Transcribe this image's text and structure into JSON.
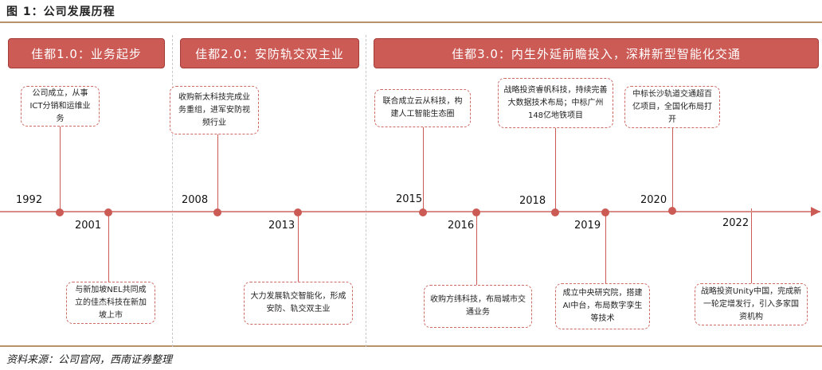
{
  "figure_title": "图 1：公司发展历程",
  "source": "资料来源：公司官网，西南证券整理",
  "phases": [
    "佳都1.0：业务起步",
    "佳都2.0：安防轨交双主业",
    "佳都3.0：内生外延前瞻投入，深耕新型智能化交通"
  ],
  "events": [
    {
      "year": "1992",
      "text": "公司成立，从事ICT分销和运维业务"
    },
    {
      "year": "2001",
      "text": "与新加坡NEL共同成立的佳杰科技在新加坡上市"
    },
    {
      "year": "2008",
      "text": "收购新太科技完成业务重组，进军安防视频行业"
    },
    {
      "year": "2013",
      "text": "大力发展轨交智能化，形成安防、轨交双主业"
    },
    {
      "year": "2015",
      "text": "联合成立云从科技，构建人工智能生态圈"
    },
    {
      "year": "2016",
      "text": "收购方纬科技，布局城市交通业务"
    },
    {
      "year": "2018",
      "text": "战略投资睿帆科技，持续完善大数据技术布局；中标广州148亿地铁项目"
    },
    {
      "year": "2019",
      "text": "成立中央研究院，搭建AI中台，布局数字孪生等技术"
    },
    {
      "year": "2020",
      "text": "中标长沙轨道交通超百亿项目，全国化布局打开"
    },
    {
      "year": "2022",
      "text": "战略投资Unity中国，完成新一轮定增发行，引入多家国资机构"
    }
  ]
}
